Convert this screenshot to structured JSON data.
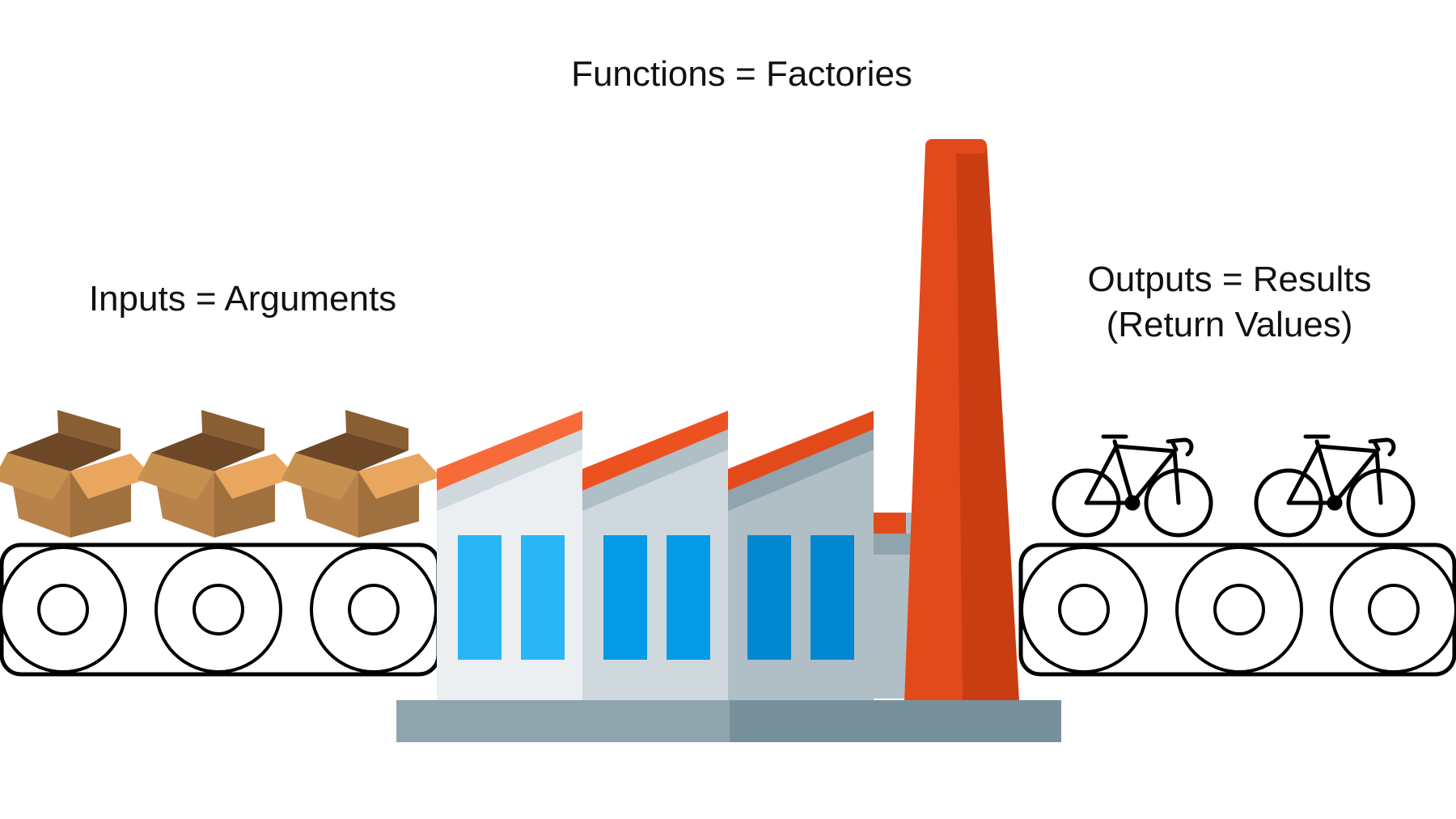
{
  "title": "Functions = Factories",
  "inputs_label": "Inputs = Arguments",
  "outputs_label_line1": "Outputs = Results",
  "outputs_label_line2": "(Return Values)",
  "colors": {
    "box_front": "#b9824a",
    "box_side": "#a0703e",
    "box_flap_light": "#e0a060",
    "box_flap_dark": "#7a5028",
    "roof_edge": "#f2562a",
    "chimney": "#e24a1b",
    "chimney_shade": "#c93d13",
    "window_light": "#29b6f6",
    "window_mid": "#039be5",
    "window_dark": "#0288d1",
    "wall_light": "#eceff1",
    "wall_mid": "#cfd8dc",
    "wall_dark": "#b0bec5",
    "base": "#90a4ae",
    "base_dark": "#78909c"
  }
}
